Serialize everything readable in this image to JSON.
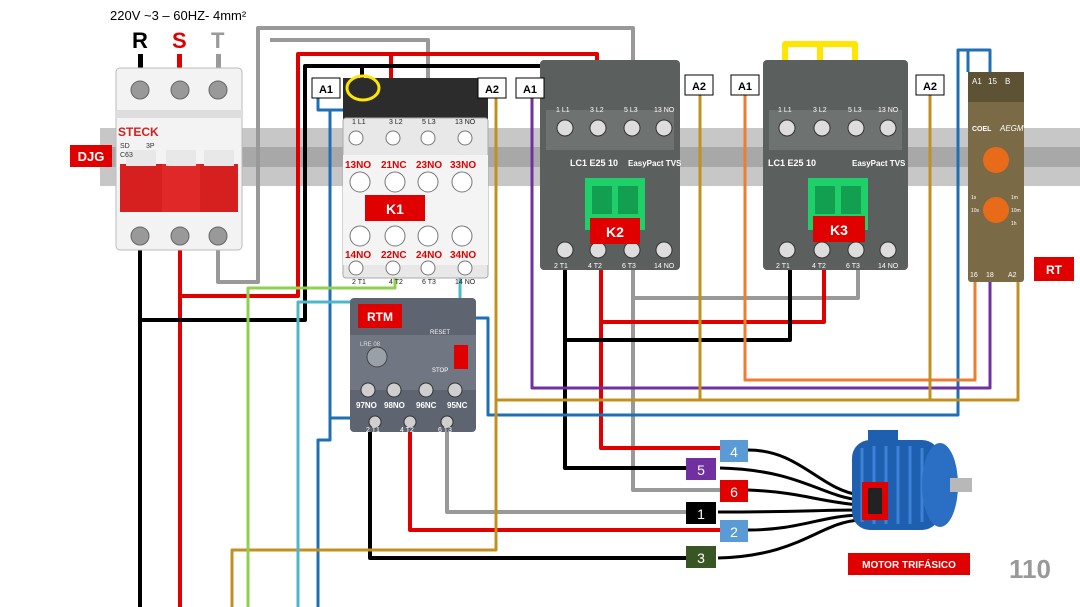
{
  "supply": {
    "spec": "220V ~3 – 60HZ- 4mm²",
    "phases": [
      "R",
      "S",
      "T"
    ]
  },
  "breaker": {
    "tag": "DJG",
    "brand": "STECK",
    "model": "SD",
    "rating": "C63",
    "poles": "3P"
  },
  "k1": {
    "tag": "K1",
    "coil": [
      "A1",
      "A2"
    ],
    "top_terminals": [
      "1 L1",
      "3 L2",
      "5 L3",
      "13 NO"
    ],
    "aux_top": [
      "13NO",
      "21NC",
      "23NO",
      "33NO"
    ],
    "aux_bottom": [
      "14NO",
      "22NC",
      "24NO",
      "34NO"
    ],
    "bottom_terminals": [
      "2 T1",
      "4 T2",
      "6 T3",
      "14 NO"
    ]
  },
  "k2": {
    "tag": "K2",
    "model": "LC1 E25 10",
    "brand": "EasyPact TVS",
    "coil": [
      "A1",
      "A2"
    ],
    "top_terminals": [
      "1 L1",
      "3 L2",
      "5 L3",
      "13 NO"
    ],
    "bottom_terminals": [
      "2 T1",
      "4 T2",
      "6 T3",
      "14 NO"
    ]
  },
  "k3": {
    "tag": "K3",
    "model": "LC1 E25 10",
    "brand": "EasyPact TVS",
    "coil": [
      "A1",
      "A2"
    ],
    "top_terminals": [
      "1 L1",
      "3 L2",
      "5 L3",
      "13 NO"
    ],
    "bottom_terminals": [
      "2 T1",
      "4 T2",
      "6 T3",
      "14 NO"
    ]
  },
  "relay": {
    "tag": "RTM",
    "model": "LRE 08",
    "reset": "RESET",
    "stop": "STOP",
    "contacts": [
      "97NO",
      "98NO",
      "96NC",
      "95NC"
    ],
    "outputs": [
      "2 T1",
      "4 T2",
      "6 T3"
    ]
  },
  "timer": {
    "tag": "RT",
    "brand": "COEL",
    "model": "AEGM",
    "top_terminals": [
      "A1",
      "15",
      "B"
    ],
    "bottom_terminals": [
      "16",
      "18",
      "A2"
    ],
    "scale": [
      "1s",
      "10s",
      "1m",
      "10m",
      "1h"
    ]
  },
  "motor": {
    "label": "MOTOR TRIFÁSICO",
    "terminals": [
      {
        "num": "4",
        "color": "#5b9bd5"
      },
      {
        "num": "5",
        "color": "#7030a0"
      },
      {
        "num": "6",
        "color": "#e00000"
      },
      {
        "num": "1",
        "color": "#000000"
      },
      {
        "num": "2",
        "color": "#5b9bd5"
      },
      {
        "num": "3",
        "color": "#375623"
      }
    ]
  },
  "page_number": "110",
  "colors": {
    "red": "#e00000",
    "black": "#000000",
    "gray": "#999999",
    "blue": "#1f6fb5",
    "purple": "#7030a0",
    "orange": "#ed7d31",
    "gold": "#c09020",
    "lime": "#8fd14f",
    "teal": "#4fb8c8",
    "yellow": "#ffe600"
  }
}
